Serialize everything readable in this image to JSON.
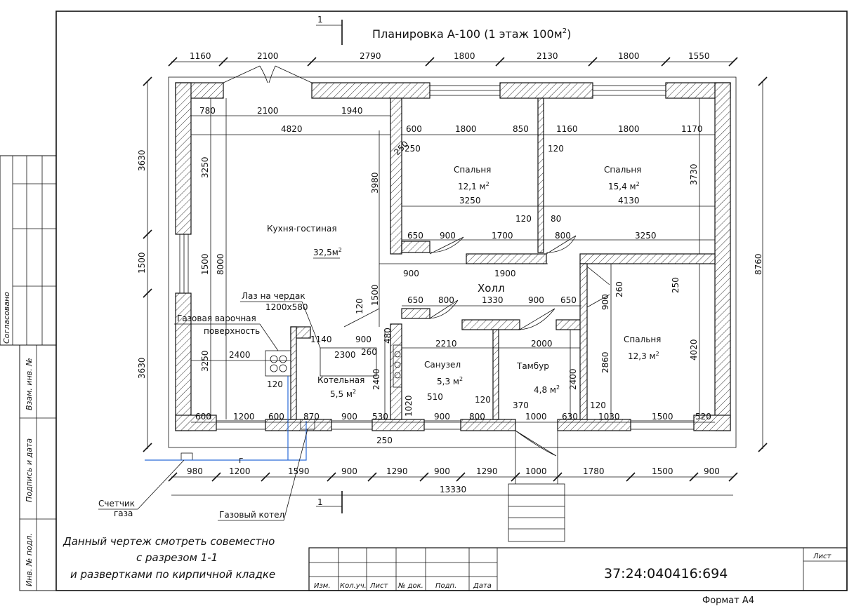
{
  "title": "Планировка А-100 (1 этаж 100м",
  "title_sup": "2",
  "title_close": ")",
  "section_marker": "1",
  "rooms": [
    {
      "name": "Кухня-гостиная",
      "area": "32,5м",
      "sup": "2"
    },
    {
      "name": "Спальня",
      "area": "12,1 м",
      "sup": "2",
      "dim": "3250"
    },
    {
      "name": "Спальня",
      "area": "15,4 м",
      "sup": "2",
      "dim": "4130"
    },
    {
      "name": "Спальня",
      "area": "12,3 м",
      "sup": "2"
    },
    {
      "name": "Холл"
    },
    {
      "name": "Санузел",
      "area": "5,3 м",
      "sup": "2"
    },
    {
      "name": "Тамбур",
      "area": "4,8 м",
      "sup": "2"
    },
    {
      "name": "Котельная",
      "area": "5,5 м",
      "sup": "2"
    }
  ],
  "callouts": {
    "hatch_title": "Лаз на чердак",
    "hatch_size": "1200х580",
    "stove_line1": "Газовая варочная",
    "stove_line2": "поверхность",
    "meter_line1": "Счетчик",
    "meter_line2": "газа",
    "boiler": "Газовый котел",
    "gas_mark": "г"
  },
  "dimensions": {
    "top_outer": [
      "1160",
      "2100",
      "2790",
      "1800",
      "2130",
      "1800",
      "1550"
    ],
    "top_inner": [
      "780",
      "2100",
      "1940"
    ],
    "total_4820": "4820",
    "bedrooms_row": [
      "600",
      "1800",
      "850",
      "1160",
      "1800",
      "1170"
    ],
    "misc_top": [
      "250",
      "120",
      "120",
      "80",
      "3980",
      "3730"
    ],
    "mid_row": [
      "650",
      "900",
      "1700",
      "800",
      "3250"
    ],
    "hall_row": [
      "900",
      "1900"
    ],
    "bath_row": [
      "650",
      "800",
      "1330",
      "900",
      "650"
    ],
    "bath_misc": [
      "120",
      "1500",
      "480",
      "260",
      "900",
      "2300",
      "1140",
      "900",
      "2210",
      "2000",
      "2400",
      "2400",
      "2860",
      "4020",
      "1020",
      "510",
      "120",
      "370",
      "120",
      "900",
      "260",
      "250"
    ],
    "bottom_inner": [
      "600",
      "1200",
      "600",
      "870",
      "900",
      "530",
      "900",
      "800",
      "1000",
      "630",
      "1030",
      "1500",
      "520",
      "250"
    ],
    "bottom_outer": [
      "980",
      "1200",
      "1590",
      "900",
      "1290",
      "900",
      "1290",
      "1000",
      "1780",
      "1500",
      "900"
    ],
    "bottom_total": "13330",
    "left_outer": [
      "3630",
      "1500",
      "3630"
    ],
    "left_inner": [
      "3250",
      "1500",
      "3250",
      "8000"
    ],
    "kitchen_misc": [
      "2400",
      "120"
    ],
    "right_total": "8760",
    "right_misc": [
      "250"
    ]
  },
  "note": {
    "line1": "Данный чертеж смотреть совеместно",
    "line2": "с разрезом 1-1",
    "line3": "и развертками по кирпичной кладке"
  },
  "stamp": {
    "cols": [
      "Изм.",
      "Кол.уч.",
      "Лист",
      "№ док.",
      "Подп.",
      "Дата"
    ],
    "code": "37:24:040416:694",
    "sheet_label": "Лист",
    "format": "Формат А4"
  },
  "side_stamp": {
    "agreed": "Согласовано",
    "swap_inv": "Взам. инв. №",
    "sign_date": "Подпись и дата",
    "inv_orig": "Инв. № подл."
  }
}
